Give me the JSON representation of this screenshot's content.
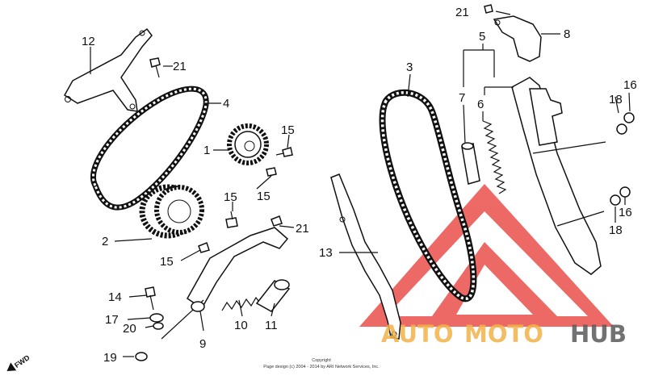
{
  "diagram": {
    "callouts": [
      "1",
      "2",
      "3",
      "4",
      "5",
      "6",
      "7",
      "8",
      "9",
      "10",
      "11",
      "12",
      "13",
      "14",
      "15",
      "15",
      "15",
      "15",
      "16",
      "16",
      "17",
      "18",
      "18",
      "19",
      "20",
      "21",
      "21",
      "21"
    ],
    "direction_label": "FWD",
    "copyright_line1": "Copyright",
    "copyright_line2": "Page design (c) 2004 - 2014 by ARI Network Services, Inc.",
    "watermark": {
      "part_a": "AUTO",
      "part_b": "MOTO",
      "part_c": "HUB",
      "color_dark": "#5a5a5a",
      "color_light": "#f2b24a",
      "color_logo": "#e8403c"
    }
  }
}
